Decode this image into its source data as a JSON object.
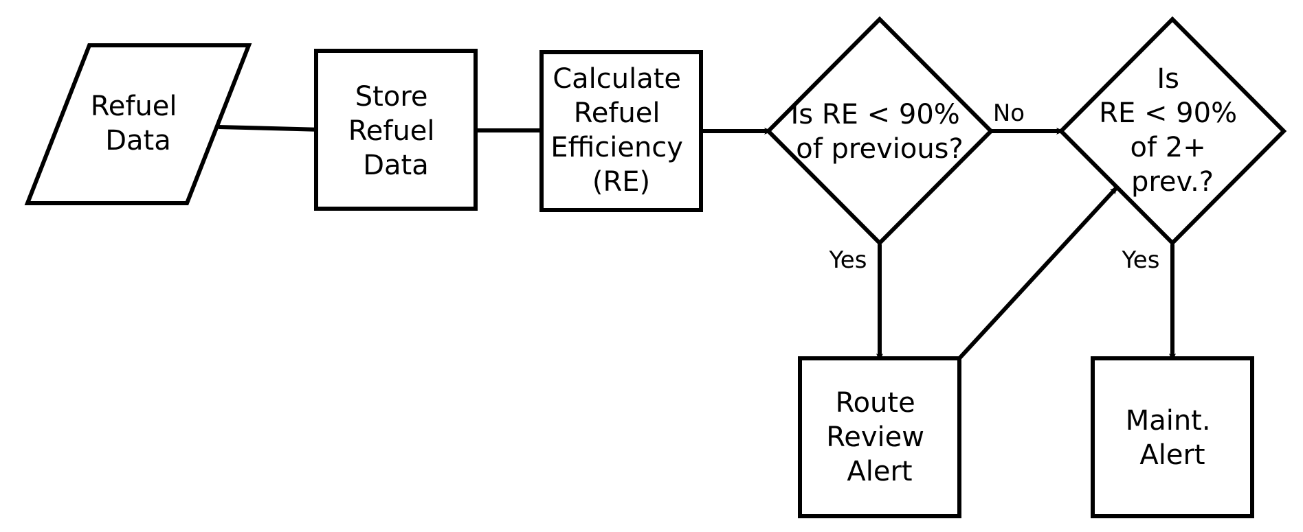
{
  "diagram": {
    "nodes": {
      "refuel_data": {
        "lines": [
          "Refuel",
          "Data"
        ]
      },
      "store_refuel_data": {
        "lines": [
          "Store",
          "Refuel",
          "Data"
        ]
      },
      "calculate_re": {
        "lines": [
          "Calculate",
          "Refuel",
          "Efficiency",
          "(RE)"
        ]
      },
      "decision_previous": {
        "lines": [
          "Is RE < 90%",
          "of previous?"
        ]
      },
      "decision_two_prev": {
        "lines": [
          "Is",
          "RE < 90%",
          "of 2+",
          "prev.?"
        ]
      },
      "route_review_alert": {
        "lines": [
          "Route",
          "Review",
          "Alert"
        ]
      },
      "maint_alert": {
        "lines": [
          "Maint.",
          "Alert"
        ]
      }
    },
    "edges": {
      "no_label": "No",
      "yes_label_1": "Yes",
      "yes_label_2": "Yes"
    }
  }
}
